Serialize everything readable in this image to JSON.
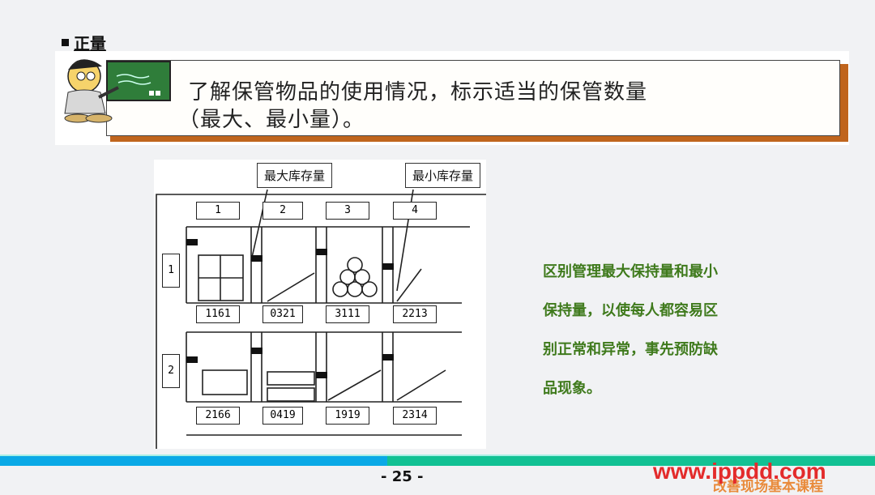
{
  "section": {
    "bullet": "■",
    "title": "正量"
  },
  "callout": {
    "line1": "了解保管物品的使用情况，标示适当的保管数量",
    "line2": "（最大、最小量）。"
  },
  "diagram": {
    "label_max": "最大库存量",
    "label_min": "最小库存量",
    "column_labels": [
      "1",
      "2",
      "3",
      "4"
    ],
    "row_labels": [
      "1",
      "2"
    ],
    "row1_codes": [
      "1161",
      "0321",
      "3111",
      "2213"
    ],
    "row2_codes": [
      "2166",
      "0419",
      "1919",
      "2314"
    ]
  },
  "description": {
    "lines": [
      "区别管理最大保持量和最小",
      "保持量，以使每人都容易区",
      "别正常和异常，事先预防缺",
      "品现象。"
    ]
  },
  "footer": {
    "page_number": "- 25 -",
    "subtitle": "改善现场基本课程",
    "watermark": "www.ippdd.com"
  },
  "colors": {
    "description_text": "#3f7a1c",
    "callout_shadow": "#c0651d",
    "bar_blue": "#0aa9e6",
    "bar_green": "#12c193",
    "watermark": "#e32b2b"
  }
}
